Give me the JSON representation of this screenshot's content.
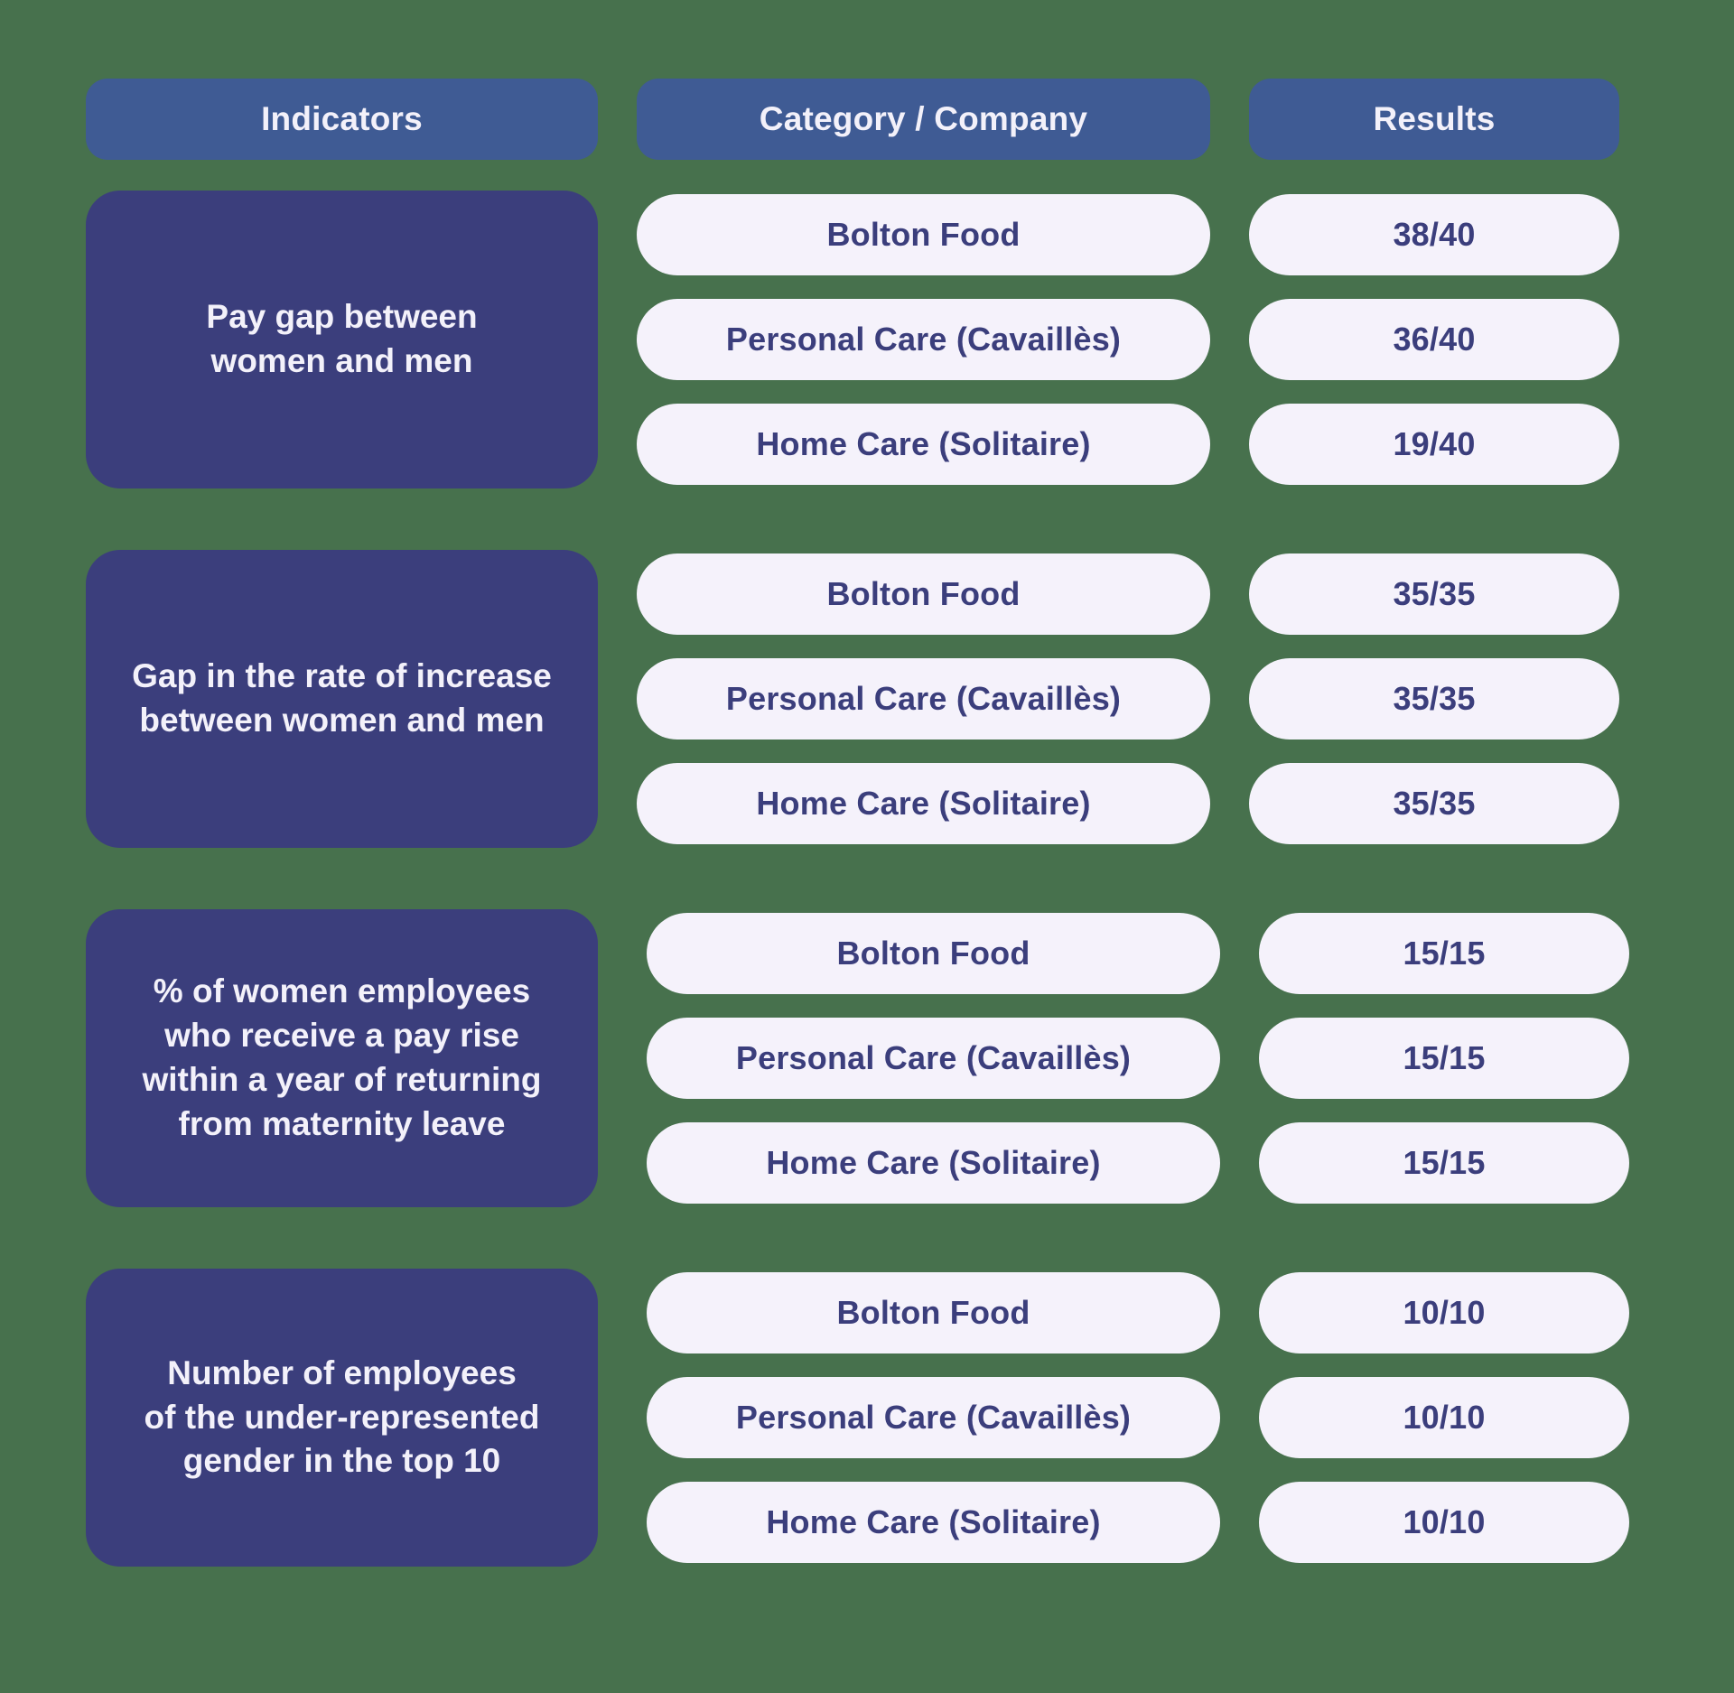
{
  "colors": {
    "background": "#47714d",
    "header_bg": "#3f5b94",
    "indicator_bg": "#3b3e7c",
    "pill_bg": "#f5f2fb",
    "pill_text": "#3b3e7c",
    "header_text": "#f3f1fa"
  },
  "headers": {
    "indicators": "Indicators",
    "category": "Category / Company",
    "results": "Results"
  },
  "groups": [
    {
      "indicator": "Pay gap between\nwomen and men",
      "rows": [
        {
          "category": "Bolton Food",
          "result": "38/40"
        },
        {
          "category": "Personal Care (Cavaillès)",
          "result": "36/40"
        },
        {
          "category": "Home Care (Solitaire)",
          "result": "19/40"
        }
      ]
    },
    {
      "indicator": "Gap in the rate of increase\nbetween women and men",
      "rows": [
        {
          "category": "Bolton Food",
          "result": "35/35"
        },
        {
          "category": "Personal Care (Cavaillès)",
          "result": "35/35"
        },
        {
          "category": "Home Care (Solitaire)",
          "result": "35/35"
        }
      ]
    },
    {
      "indicator": "% of women employees\nwho receive a pay rise\nwithin a year of returning\nfrom maternity leave",
      "rows": [
        {
          "category": "Bolton Food",
          "result": "15/15"
        },
        {
          "category": "Personal Care (Cavaillès)",
          "result": "15/15"
        },
        {
          "category": "Home Care (Solitaire)",
          "result": "15/15"
        }
      ]
    },
    {
      "indicator": "Number of employees\nof the under-represented\ngender in the top 10",
      "rows": [
        {
          "category": "Bolton Food",
          "result": "10/10"
        },
        {
          "category": "Personal Care (Cavaillès)",
          "result": "10/10"
        },
        {
          "category": "Home Care (Solitaire)",
          "result": "10/10"
        }
      ]
    }
  ],
  "chart_data": {
    "type": "table",
    "columns": [
      "Indicators",
      "Category / Company",
      "Results"
    ],
    "rows": [
      [
        "Pay gap between women and men",
        "Bolton Food",
        "38/40"
      ],
      [
        "Pay gap between women and men",
        "Personal Care (Cavaillès)",
        "36/40"
      ],
      [
        "Pay gap between women and men",
        "Home Care (Solitaire)",
        "19/40"
      ],
      [
        "Gap in the rate of increase between women and men",
        "Bolton Food",
        "35/35"
      ],
      [
        "Gap in the rate of increase between women and men",
        "Personal Care (Cavaillès)",
        "35/35"
      ],
      [
        "Gap in the rate of increase between women and men",
        "Home Care (Solitaire)",
        "35/35"
      ],
      [
        "% of women employees who receive a pay rise within a year of returning from maternity leave",
        "Bolton Food",
        "15/15"
      ],
      [
        "% of women employees who receive a pay rise within a year of returning from maternity leave",
        "Personal Care (Cavaillès)",
        "15/15"
      ],
      [
        "% of women employees who receive a pay rise within a year of returning from maternity leave",
        "Home Care (Solitaire)",
        "15/15"
      ],
      [
        "Number of employees of the under-represented gender in the top 10",
        "Bolton Food",
        "10/10"
      ],
      [
        "Number of employees of the under-represented gender in the top 10",
        "Personal Care (Cavaillès)",
        "10/10"
      ],
      [
        "Number of employees of the under-represented gender in the top 10",
        "Home Care (Solitaire)",
        "10/10"
      ]
    ]
  }
}
